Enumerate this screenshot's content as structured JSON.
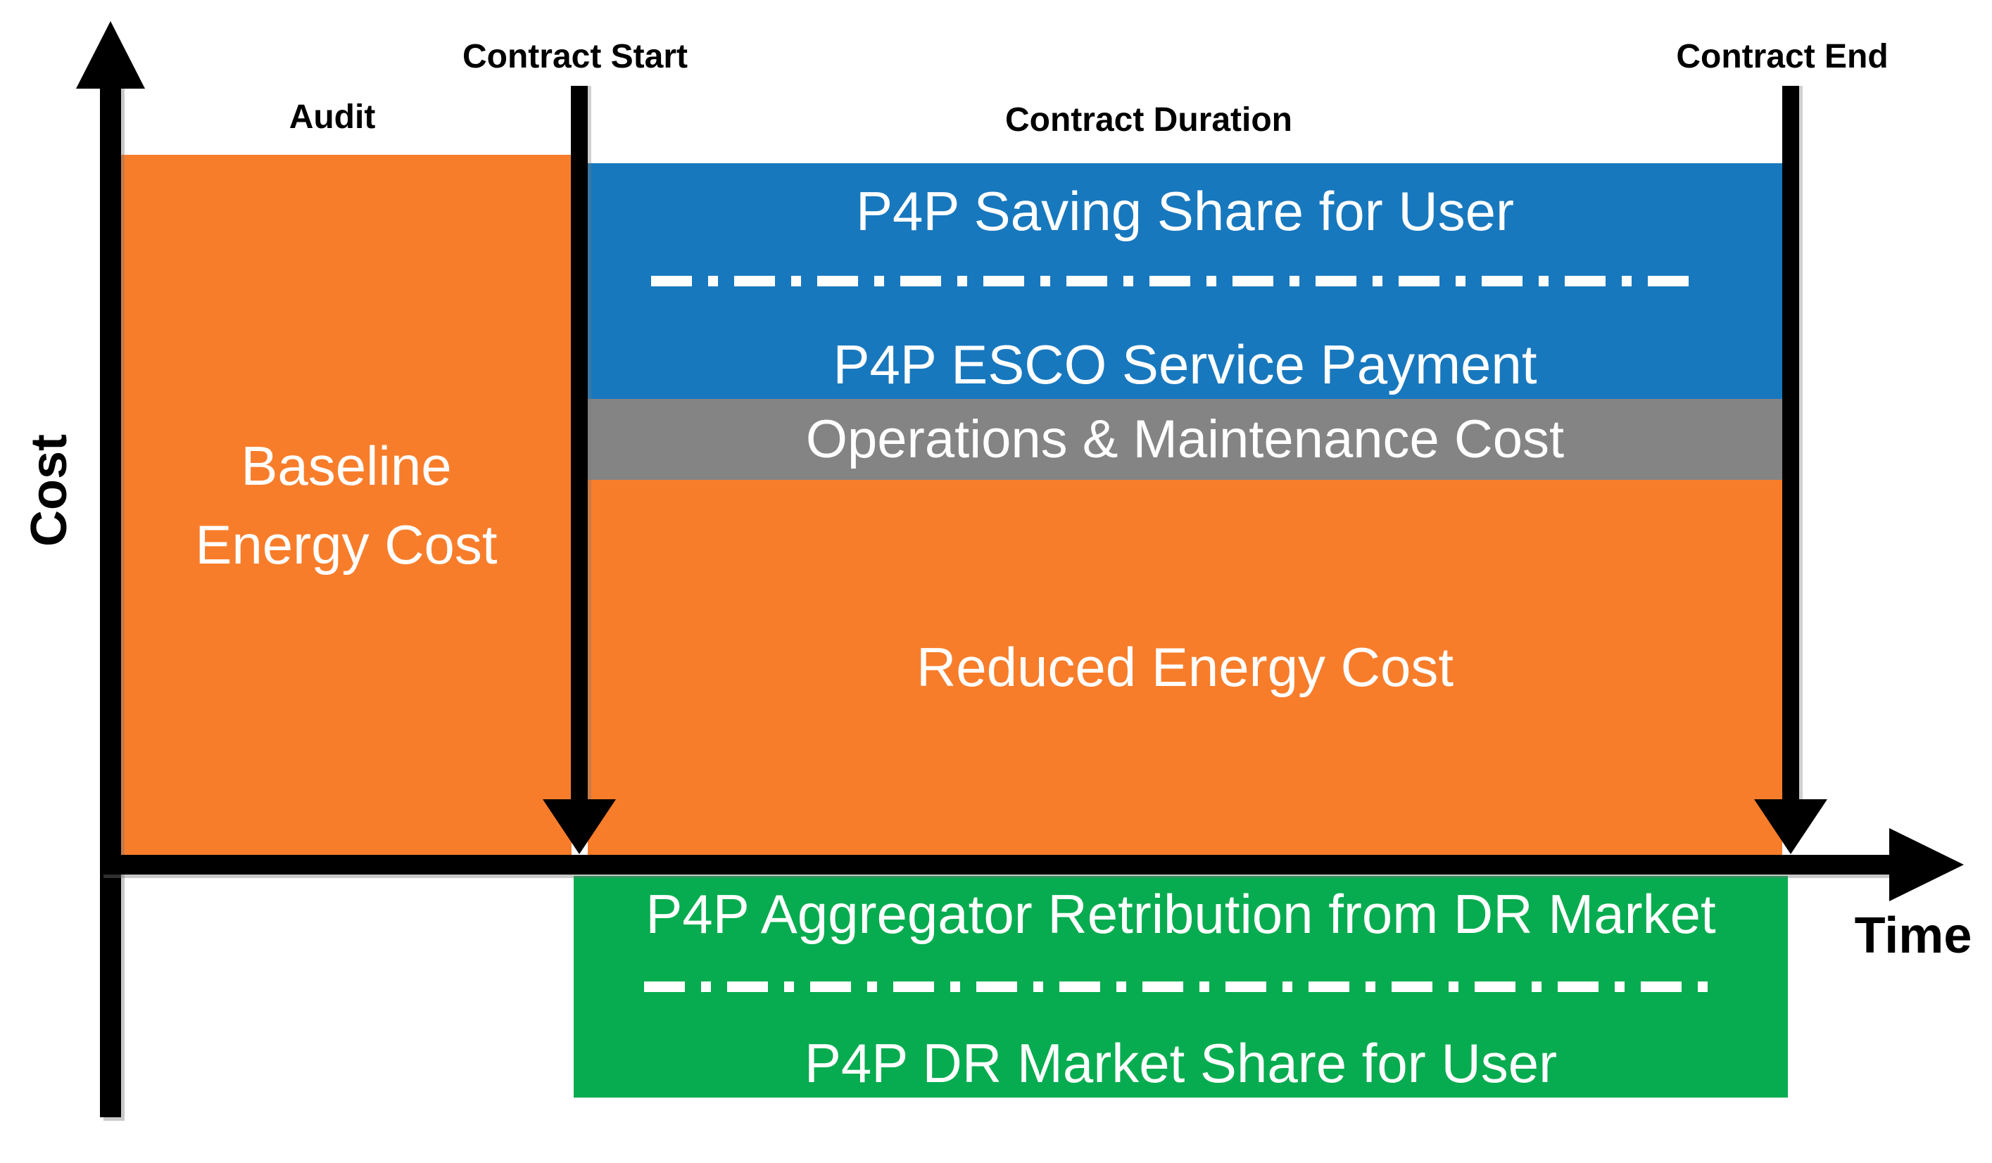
{
  "diagram": {
    "axes": {
      "y_label": "Cost",
      "x_label": "Time"
    },
    "top_labels": {
      "audit": "Audit",
      "contract_start": "Contract Start",
      "contract_duration": "Contract Duration",
      "contract_end": "Contract End"
    },
    "regions": {
      "baseline": {
        "label_line1": "Baseline",
        "label_line2": "Energy Cost"
      },
      "saving_share": {
        "label": "P4P Saving Share for User"
      },
      "esco_payment": {
        "label": "P4P ESCO Service Payment"
      },
      "om_cost": {
        "label": "Operations & Maintenance Cost"
      },
      "reduced_energy": {
        "label": "Reduced Energy Cost"
      },
      "aggregator_retribution": {
        "label": "P4P Aggregator Retribution from DR Market"
      },
      "dr_market_share": {
        "label": "P4P DR Market Share for User"
      }
    },
    "colors": {
      "orange": "#F87D2B",
      "blue": "#1878BE",
      "gray": "#848484",
      "green": "#06AC4F",
      "axis": "#000000",
      "divider": "#FFFFFF"
    }
  }
}
